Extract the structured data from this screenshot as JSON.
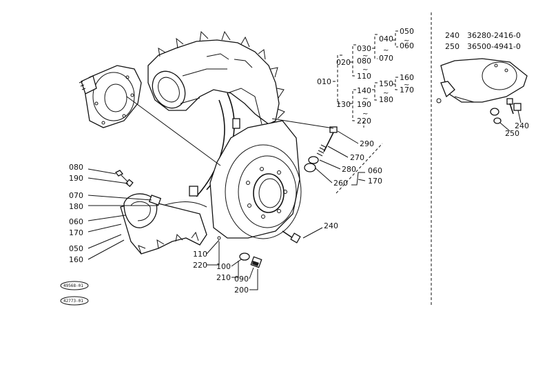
{
  "callouts": {
    "c080": "080",
    "c190": "190",
    "c070": "070",
    "c180": "180",
    "c060": "060",
    "c170": "170",
    "c050": "050",
    "c160": "160",
    "c110": "110",
    "c220": "220",
    "c100": "100",
    "c210": "210",
    "c090": "090",
    "c200": "200",
    "c240": "240",
    "c260": "260",
    "c280": "280",
    "c270": "270",
    "c290": "290",
    "c060r": "060",
    "c170r": "170",
    "c010": "010",
    "c020": "020",
    "c030": "030",
    "c040": "040",
    "c050t": "050",
    "c060t": "060",
    "c070t": "070",
    "c080t": "080",
    "c110t": "110",
    "c130": "130",
    "c140": "140",
    "c150": "150",
    "c160t": "160",
    "c170t": "170",
    "c180t": "180",
    "c190t": "190",
    "c220t": "220"
  },
  "inset": {
    "rows": [
      {
        "ref": "240",
        "part": "36280-2416-0"
      },
      {
        "ref": "250",
        "part": "36500-4941-0"
      }
    ],
    "c240": "240",
    "c250": "250"
  },
  "stamps": [
    "49568-01",
    "42773-01"
  ]
}
